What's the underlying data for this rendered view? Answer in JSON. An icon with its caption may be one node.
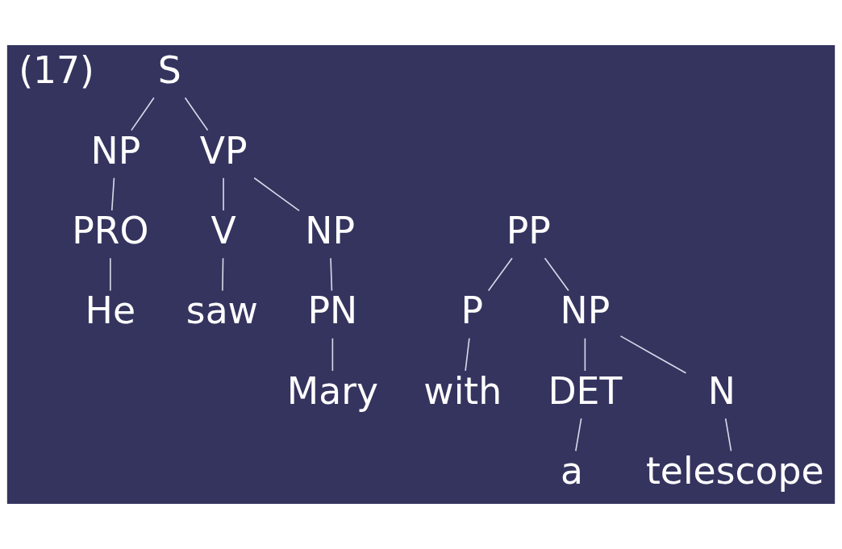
{
  "diagram": {
    "nodes": [
      {
        "text": [
          "S"
        ]
      },
      {
        "text": [
          "NP"
        ]
      },
      {
        "text": [
          "VP"
        ]
      },
      {
        "text": [
          "PRO"
        ]
      },
      {
        "text": [
          "V"
        ]
      },
      {
        "text": [
          "NP"
        ]
      },
      {
        "text": [
          "PP"
        ]
      },
      {
        "text": [
          "He"
        ]
      },
      {
        "text": [
          "saw"
        ]
      },
      {
        "text": [
          "PN"
        ]
      },
      {
        "text": [
          "P"
        ]
      },
      {
        "text": [
          "NP"
        ]
      },
      {
        "text": [
          "Mary"
        ]
      },
      {
        "text": [
          "with"
        ]
      },
      {
        "text": [
          "DET"
        ]
      },
      {
        "text": [
          "N"
        ]
      },
      {
        "text": [
          "a"
        ]
      },
      {
        "text": [
          "telescope"
        ]
      }
    ],
    "edges": [
      {
        "from": 0,
        "to": 1,
        "arrow": "none"
      },
      {
        "from": 0,
        "to": 2,
        "arrow": "none"
      },
      {
        "from": 1,
        "to": 3,
        "arrow": "none"
      },
      {
        "from": 2,
        "to": 4,
        "arrow": "none"
      },
      {
        "from": 2,
        "to": 5,
        "arrow": "none"
      },
      {
        "from": 3,
        "to": 7,
        "arrow": "none"
      },
      {
        "from": 4,
        "to": 8,
        "arrow": "none"
      },
      {
        "from": 5,
        "to": 9,
        "arrow": "none"
      },
      {
        "from": 6,
        "to": 10,
        "arrow": "none"
      },
      {
        "from": 6,
        "to": 11,
        "arrow": "none"
      },
      {
        "from": 9,
        "to": 12,
        "arrow": "none"
      },
      {
        "from": 10,
        "to": 13,
        "arrow": "none"
      },
      {
        "from": 11,
        "to": 14,
        "arrow": "none"
      },
      {
        "from": 11,
        "to": 15,
        "arrow": "none"
      },
      {
        "from": 14,
        "to": 16,
        "arrow": "none"
      },
      {
        "from": 15,
        "to": 17,
        "arrow": "none"
      }
    ],
    "labels": [
      "(17)"
    ]
  }
}
